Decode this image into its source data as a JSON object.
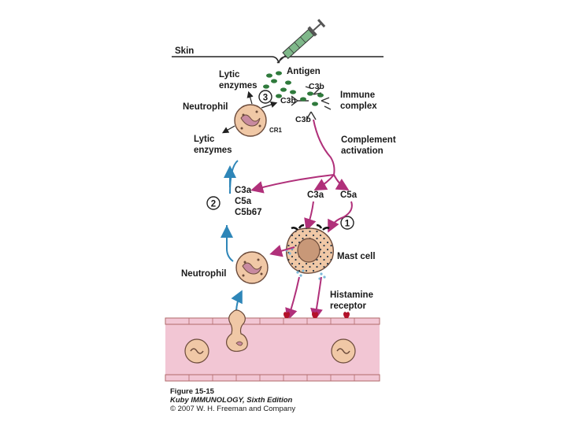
{
  "labels": {
    "skin": "Skin",
    "antigen": "Antigen",
    "lytic_enzymes_top": [
      "Lytic",
      "enzymes"
    ],
    "c3b_top": "C3b",
    "c3b_left": "C3b",
    "c3b_bottom": "C3b",
    "immune_complex": [
      "Immune",
      "complex"
    ],
    "neutrophil_top": "Neutrophil",
    "cr1": "CR1",
    "lytic_enzymes_left": [
      "Lytic",
      "enzymes"
    ],
    "complement_activation": [
      "Complement",
      "activation"
    ],
    "anaphylatoxins": [
      "C3a",
      "C5a",
      "C5b67"
    ],
    "c3a": "C3a",
    "c5a": "C5a",
    "step_1": "1",
    "step_2": "2",
    "step_3": "3",
    "mast_cell": "Mast cell",
    "neutrophil_bottom": "Neutrophil",
    "histamine_receptor": [
      "Histamine",
      "receptor"
    ]
  },
  "caption": {
    "figure": "Figure 15-15",
    "book": "Kuby IMMUNOLOGY, Sixth Edition",
    "copyright": "© 2007 W. H. Freeman and Company"
  },
  "colors": {
    "magenta_arrow": "#b0307a",
    "blue_arrow": "#2e86b8",
    "vessel": "#f2c6d4",
    "cell": "#f0c8a6",
    "antigen": "#2f7a3c",
    "receptor": "#b3122a"
  }
}
